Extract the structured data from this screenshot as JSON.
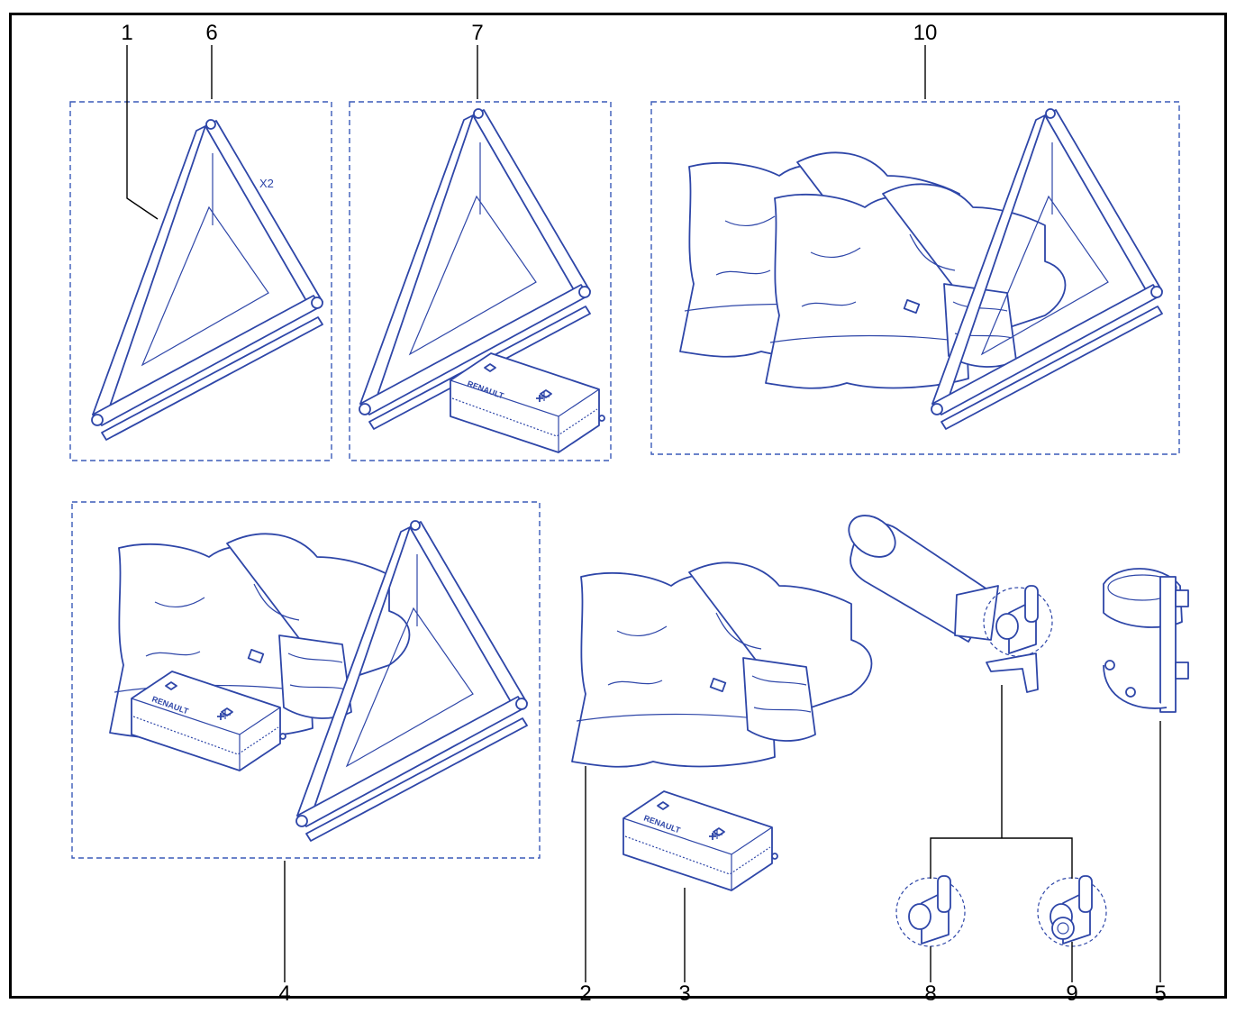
{
  "callouts": {
    "c1": "1",
    "c2": "2",
    "c3": "3",
    "c4": "4",
    "c5": "5",
    "c6": "6",
    "c7": "7",
    "c8": "8",
    "c9": "9",
    "c10": "10"
  },
  "quantity_mark": "X2",
  "brand_text": "RENAULT",
  "colors": {
    "ink": "#2e46a8",
    "dash_box": "#3a5ab8",
    "leader": "#000000",
    "frame": "#000000"
  }
}
